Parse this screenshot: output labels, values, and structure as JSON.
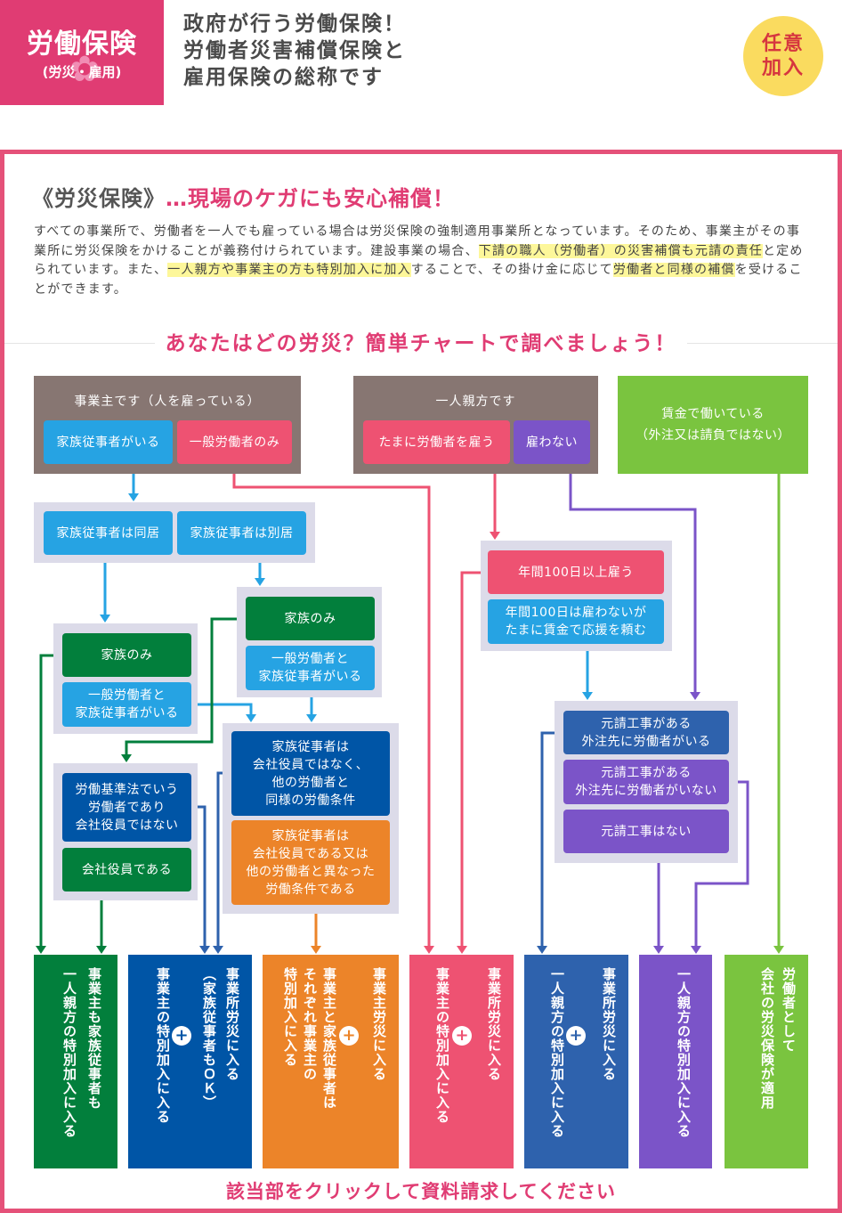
{
  "header": {
    "badge_title": "労働保険",
    "badge_subtitle": "(労災・雇用)",
    "badge_flower_icon": "✿",
    "description_lines": [
      "政府が行う労働保険！",
      "労働者災害補償保険と",
      "雇用保険の総称です"
    ],
    "optional_badge_lines": [
      "任意",
      "加入"
    ]
  },
  "section": {
    "title_grey": "《労災保険》",
    "title_pink": "…現場のケガにも安心補償！",
    "intro_parts": [
      {
        "text": "すべての事業所で、労働者を一人でも雇っている場合は労災保険の強制適用事業所となっています。そのため、事業主がその事業所に労災保険をかけることが義務付けられています。建設事業の場合、",
        "hl": false
      },
      {
        "text": "下請の職人（労働者）の災害補償も元請の責任",
        "hl": true
      },
      {
        "text": "と定められています。また、",
        "hl": false
      },
      {
        "text": "一人親方や事業主の方も特別加入に加入",
        "hl": true
      },
      {
        "text": "することで、その掛け金に応じて",
        "hl": false
      },
      {
        "text": "労働者と同様の補償",
        "hl": true
      },
      {
        "text": "を受けることができます。",
        "hl": false
      }
    ]
  },
  "chart_heading": "あなたはどの労災？簡単チャートで調べましょう！",
  "flow": {
    "employer": {
      "label": "事業主です（人を雇っている）",
      "has_family": "家族従事者がいる",
      "general_only": "一般労働者のみ"
    },
    "family_living": {
      "together": "家族従事者は同居",
      "separate": "家族従事者は別居"
    },
    "together_group": {
      "family_only": "家族のみ",
      "general_and_family": "一般労働者と\n家族従事者がいる"
    },
    "separate_group": {
      "family_only": "家族のみ",
      "general_and_family": "一般労働者と\n家族従事者がいる"
    },
    "officer_group": {
      "worker_not_officer": "労働基準法でいう\n労働者であり\n会社役員ではない",
      "is_officer": "会社役員である"
    },
    "condition_group": {
      "same_conditions": "家族従事者は\n会社役員ではなく、\n他の労働者と\n同様の労働条件",
      "different_conditions": "家族従事者は\n会社役員である又は\n他の労働者と異なった\n労働条件である"
    },
    "solo": {
      "label": "一人親方です",
      "sometimes_hire": "たまに労働者を雇う",
      "no_hire": "雇わない"
    },
    "hire_days": {
      "over_100": "年間100日以上雇う",
      "under_100": "年間100日は雇わないが\nたまに賃金で応援を頼む"
    },
    "prime_contract": {
      "with_subcontract_workers": "元請工事がある\n外注先に労働者がいる",
      "without_subcontract_workers": "元請工事がある\n外注先に労働者がいない",
      "no_prime": "元請工事はない"
    },
    "wage_worker": {
      "label": "賃金で働いている\n（外注又は請負ではない）"
    }
  },
  "results": [
    {
      "color": "#027f3c",
      "cols": [
        "事業主も家族従事者も",
        "一人親方の特別加入に入る"
      ],
      "plus": false
    },
    {
      "color": "#0055a6",
      "cols": [
        "事業所労災に入る",
        "（家族従事者もＯＫ）",
        "事業主の特別加入に入る"
      ],
      "plus": true
    },
    {
      "color": "#ec8429",
      "cols": [
        "事業主労災に入る",
        "事業主と家族従事者は",
        "それぞれ事業主の",
        "特別加入に入る"
      ],
      "plus": true
    },
    {
      "color": "#ee5272",
      "cols": [
        "事業所労災に入る",
        "事業主の特別加入に入る"
      ],
      "plus": true
    },
    {
      "color": "#2e62ad",
      "cols": [
        "事業所労災に入る",
        "一人親方の特別加入に入る"
      ],
      "plus": true
    },
    {
      "color": "#7b54c8",
      "cols": [
        "一人親方の特別加入に入る"
      ],
      "plus": false
    },
    {
      "color": "#7ac43f",
      "cols": [
        "労働者として",
        "会社の労災保険が適用"
      ],
      "plus": false
    }
  ],
  "plus_icon": "+",
  "footer_cta": "該当部をクリックして資料請求してください",
  "colors": {
    "brand_pink": "#e03c73",
    "frame": "#e55179",
    "blue": "#26a3e3",
    "pink": "#ee5272",
    "purple": "#7b54c8",
    "green": "#027f3c",
    "navy": "#0055a6",
    "orange": "#ec8429",
    "steel": "#2e62ad",
    "lime": "#7ac43f",
    "highlight": "#fdf79a"
  }
}
